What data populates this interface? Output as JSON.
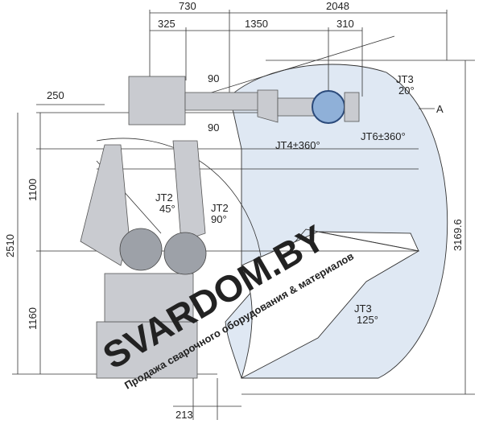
{
  "dimensions": {
    "top_730": "730",
    "top_2048": "2048",
    "top_325": "325",
    "top_1350": "1350",
    "top_310": "310",
    "offset_90_upper": "90",
    "offset_90_lower": "90",
    "left_250": "250",
    "left_2510": "2510",
    "left_1100": "1100",
    "left_1160": "1160",
    "right_3169": "3169.6",
    "bottom_213": "213"
  },
  "joint_labels": {
    "jt3_top_name": "JT3",
    "jt3_top_angle": "20°",
    "jt4": "JT4±360°",
    "jt6": "JT6±360°",
    "jt2_left_name": "JT2",
    "jt2_left_angle": "45°",
    "jt2_right_name": "JT2",
    "jt2_right_angle": "90°",
    "jt3_bottom_name": "JT3",
    "jt3_bottom_angle": "125°",
    "view_a": "A"
  },
  "watermark": {
    "brand": "SVARDOM.BY",
    "tagline": "Продажа сварочного оборудования & материалов"
  },
  "colors": {
    "envelope": "#dfe8f3",
    "robot": "#c9cbd0",
    "watermark_brand": "#f08a5a",
    "watermark_tagline": "#5a86b8"
  }
}
